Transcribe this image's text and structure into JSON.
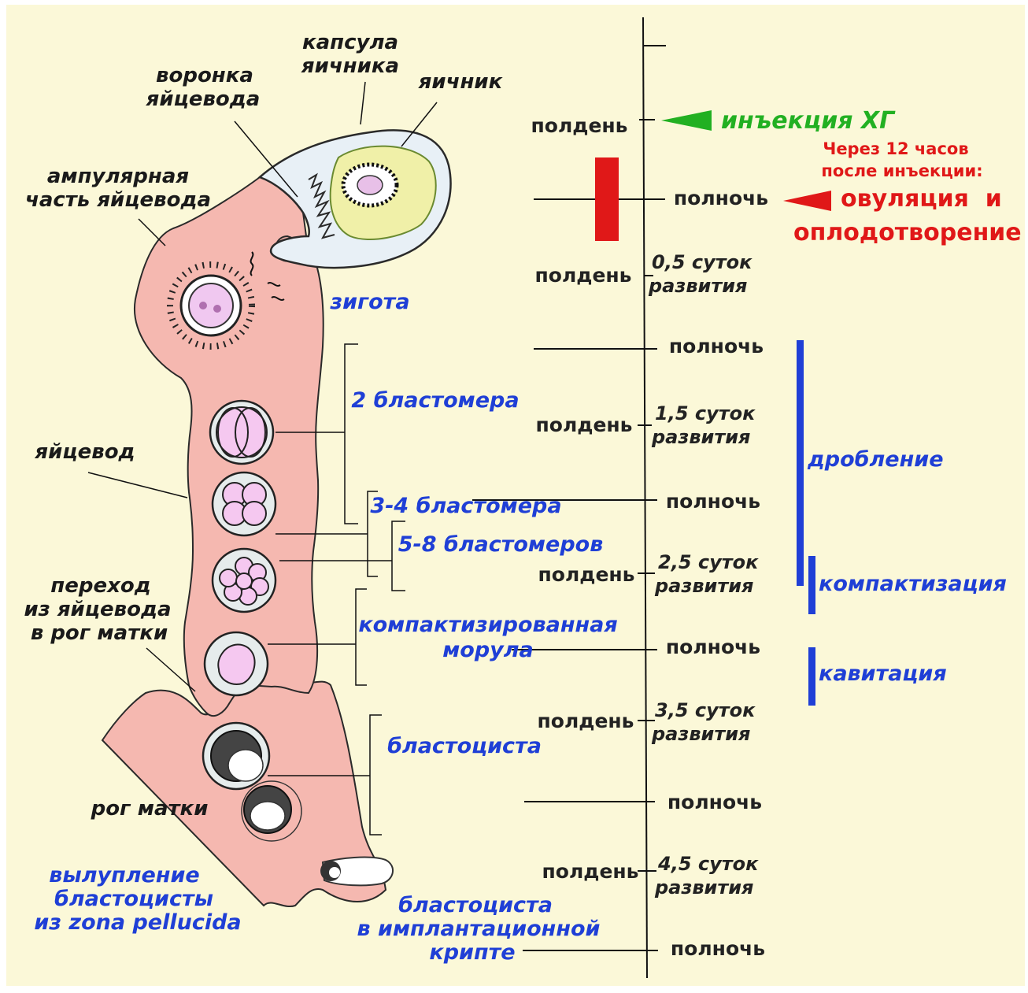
{
  "colors": {
    "background": "#fbf8d8",
    "tube": "#f5b8b0",
    "ovary_capsule": "#e8f0f6",
    "ovary": "#f0f0a8",
    "stage_label": "#1f3fd6",
    "hcg": "#22b022",
    "ovulation": "#e01818",
    "process_bar": "#1f3fd6"
  },
  "anatomy": {
    "ovary_capsule": [
      "капсула",
      "яичника"
    ],
    "ovary": "яичник",
    "infundibulum": [
      "воронка",
      "яйцевода"
    ],
    "ampulla": [
      "ампулярная",
      "часть яйцевода"
    ],
    "oviduct": "яйцевод",
    "junction": [
      "переход",
      "из яйцевода",
      "в рог матки"
    ],
    "uterine_horn": "рог матки"
  },
  "stages": {
    "zygote": "зигота",
    "two_cell": "2 бластомера",
    "three_four_cell": "3-4 бластомера",
    "five_eight_cell": "5-8 бластомеров",
    "morula": [
      "компактизированная",
      "морула"
    ],
    "blastocyst": "бластоциста",
    "hatching": [
      "вылупление",
      "бластоцисты",
      "из zona pellucida"
    ],
    "implantation": [
      "бластоциста",
      "в имплантационной",
      "крипте"
    ]
  },
  "timeline": {
    "noon": "полдень",
    "midnight": "полночь",
    "day_labels": [
      "0,5 суток",
      "1,5 суток",
      "2,5 суток",
      "3,5 суток",
      "4,5 суток"
    ],
    "day_suffix": "развития"
  },
  "events": {
    "hcg": "инъекция ХГ",
    "after": [
      "Через 12 часов",
      "после инъекции:"
    ],
    "ovulation": [
      "овуляция  и",
      "оплодотворение"
    ]
  },
  "processes": {
    "cleavage": "дробление",
    "compaction": "компактизация",
    "cavitation": "кавитация"
  }
}
